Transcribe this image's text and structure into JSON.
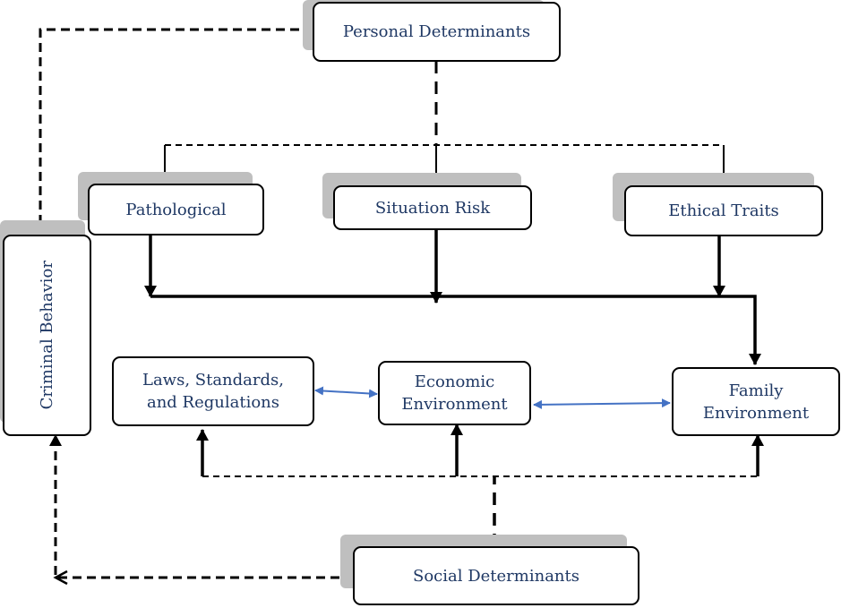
{
  "diagram": {
    "nodes": {
      "personal": "Personal Determinants",
      "pathological": "Pathological",
      "situation": "Situation Risk",
      "ethical": "Ethical Traits",
      "criminal": "Criminal Behavior",
      "laws_line1": "Laws, Standards,",
      "laws_line2": "and Regulations",
      "economic_line1": "Economic",
      "economic_line2": "Environment",
      "family_line1": "Family",
      "family_line2": "Environment",
      "social": "Social Determinants"
    },
    "colors": {
      "text": "#1f3864",
      "line": "#000000",
      "shadow": "#bfbfbf",
      "bidirectional_arrow": "#4472c4"
    }
  }
}
